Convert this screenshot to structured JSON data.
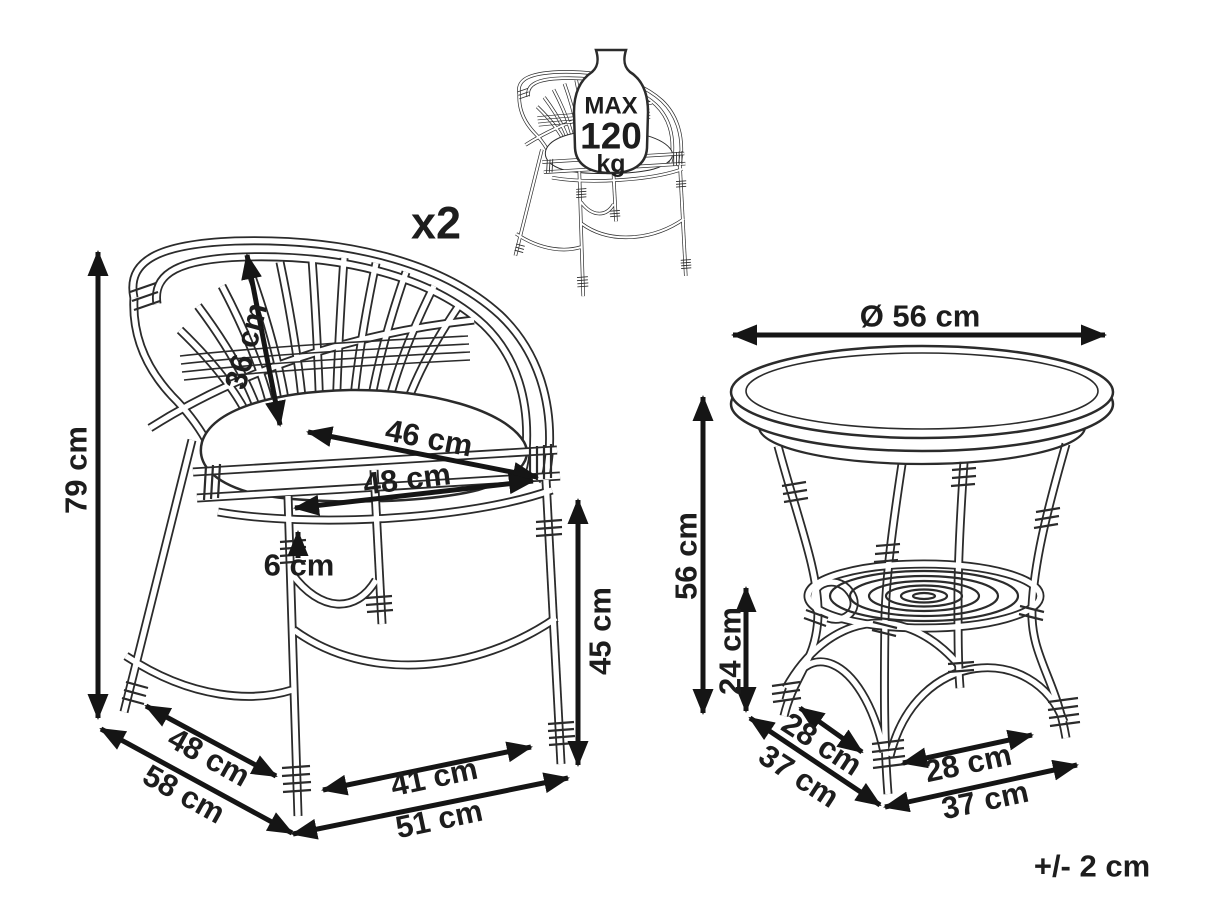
{
  "diagram": {
    "quantity_label": "x2",
    "tolerance_label": "+/- 2 cm",
    "weight_limit": {
      "max_word": "MAX",
      "value": "120",
      "unit": "kg"
    },
    "ink_color": "#1d1d1d",
    "background_color": "#ffffff",
    "chair": {
      "total_height": "79 cm",
      "backrest_height": "36 cm",
      "seat_depth": "46 cm",
      "seat_width": "48 cm",
      "cushion_height": "6 cm",
      "seat_height": "45 cm",
      "base_depth": "48 cm",
      "total_depth": "58 cm",
      "base_width": "41 cm",
      "total_width": "51 cm"
    },
    "table": {
      "top_diameter": "Ø 56 cm",
      "height": "56 cm",
      "shelf_height": "24 cm",
      "base_depth": "28 cm",
      "total_depth": "37 cm",
      "base_width": "28 cm",
      "total_width": "37 cm"
    }
  }
}
